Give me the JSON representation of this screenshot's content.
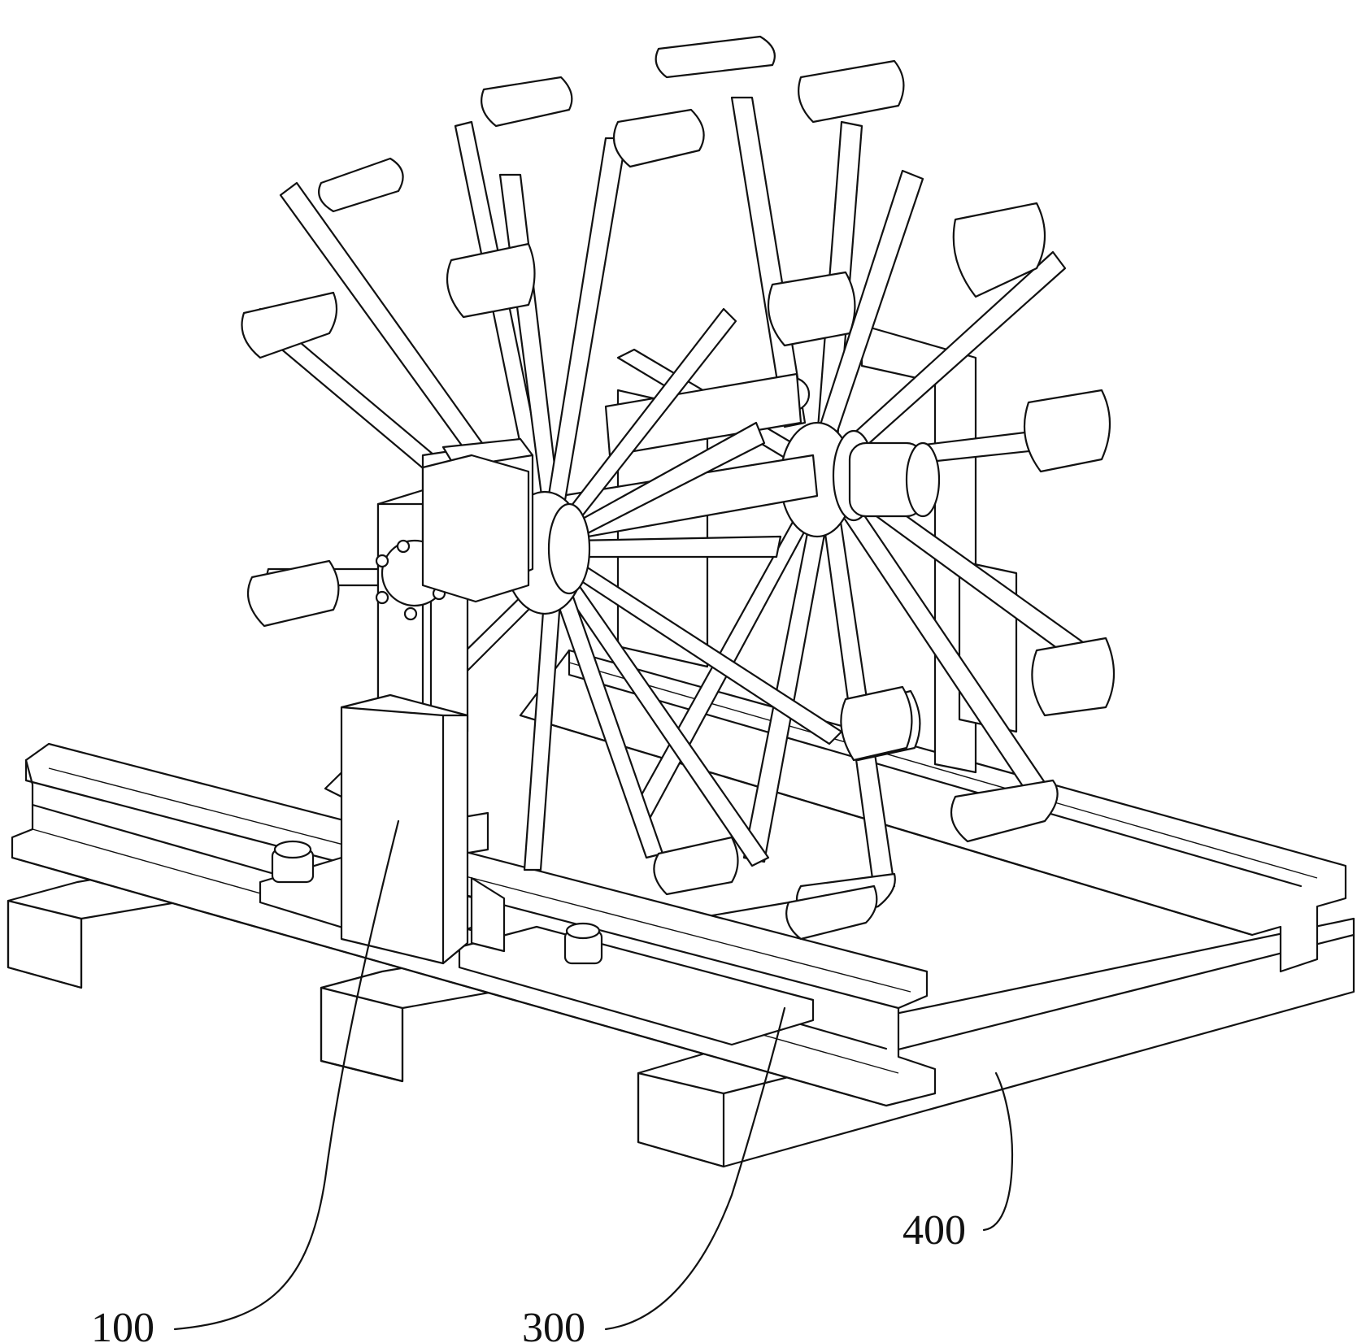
{
  "figure": {
    "reference_labels": [
      {
        "id": "label-100",
        "text": "100"
      },
      {
        "id": "label-300",
        "text": "300"
      },
      {
        "id": "label-400",
        "text": "400"
      }
    ]
  },
  "palette": {
    "line": "#111111",
    "background": "#ffffff"
  }
}
